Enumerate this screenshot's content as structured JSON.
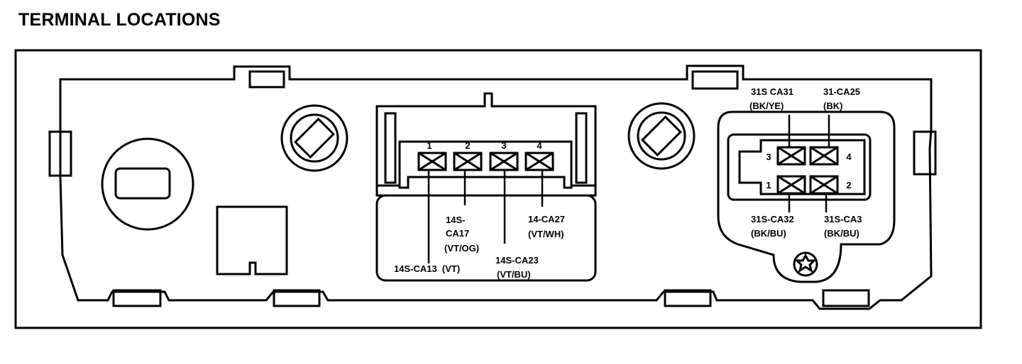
{
  "title": "TERMINAL LOCATIONS",
  "connector_left": {
    "pins": [
      "1",
      "2",
      "3",
      "4"
    ],
    "wires": [
      {
        "pin": "1",
        "lines": [
          "14S-CA13  (VT)"
        ]
      },
      {
        "pin": "2",
        "lines": [
          "14S-",
          "CA17",
          "(VT/OG)"
        ]
      },
      {
        "pin": "3",
        "lines": [
          "14S-CA23",
          "(VT/BU)"
        ]
      },
      {
        "pin": "4",
        "lines": [
          "14-CA27",
          "(VT/WH)"
        ]
      }
    ]
  },
  "connector_right": {
    "pins": [
      "3",
      "4",
      "1",
      "2"
    ],
    "wires": [
      {
        "pin": "3",
        "lines": [
          "31S CA31",
          "(BK/YE)"
        ]
      },
      {
        "pin": "4",
        "lines": [
          "31-CA25",
          "(BK)"
        ]
      },
      {
        "pin": "1",
        "lines": [
          "31S-CA32",
          "(BK/BU)"
        ]
      },
      {
        "pin": "2",
        "lines": [
          "31S-CA3",
          "(BK/BU)"
        ]
      }
    ]
  }
}
